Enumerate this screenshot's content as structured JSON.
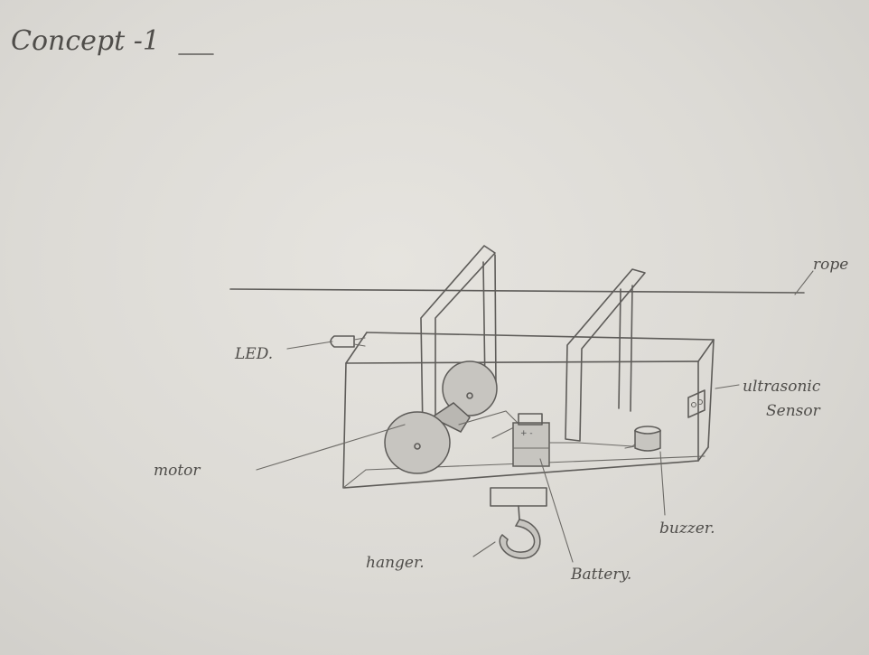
{
  "title": "Concept -1",
  "labels": {
    "rope": "rope",
    "led": "LED.",
    "ultrasonic": "ultrasonic",
    "sensor": "Sensor",
    "motor": "motor",
    "buzzer": "buzzer.",
    "hanger": "hanger.",
    "battery": "Battery."
  }
}
